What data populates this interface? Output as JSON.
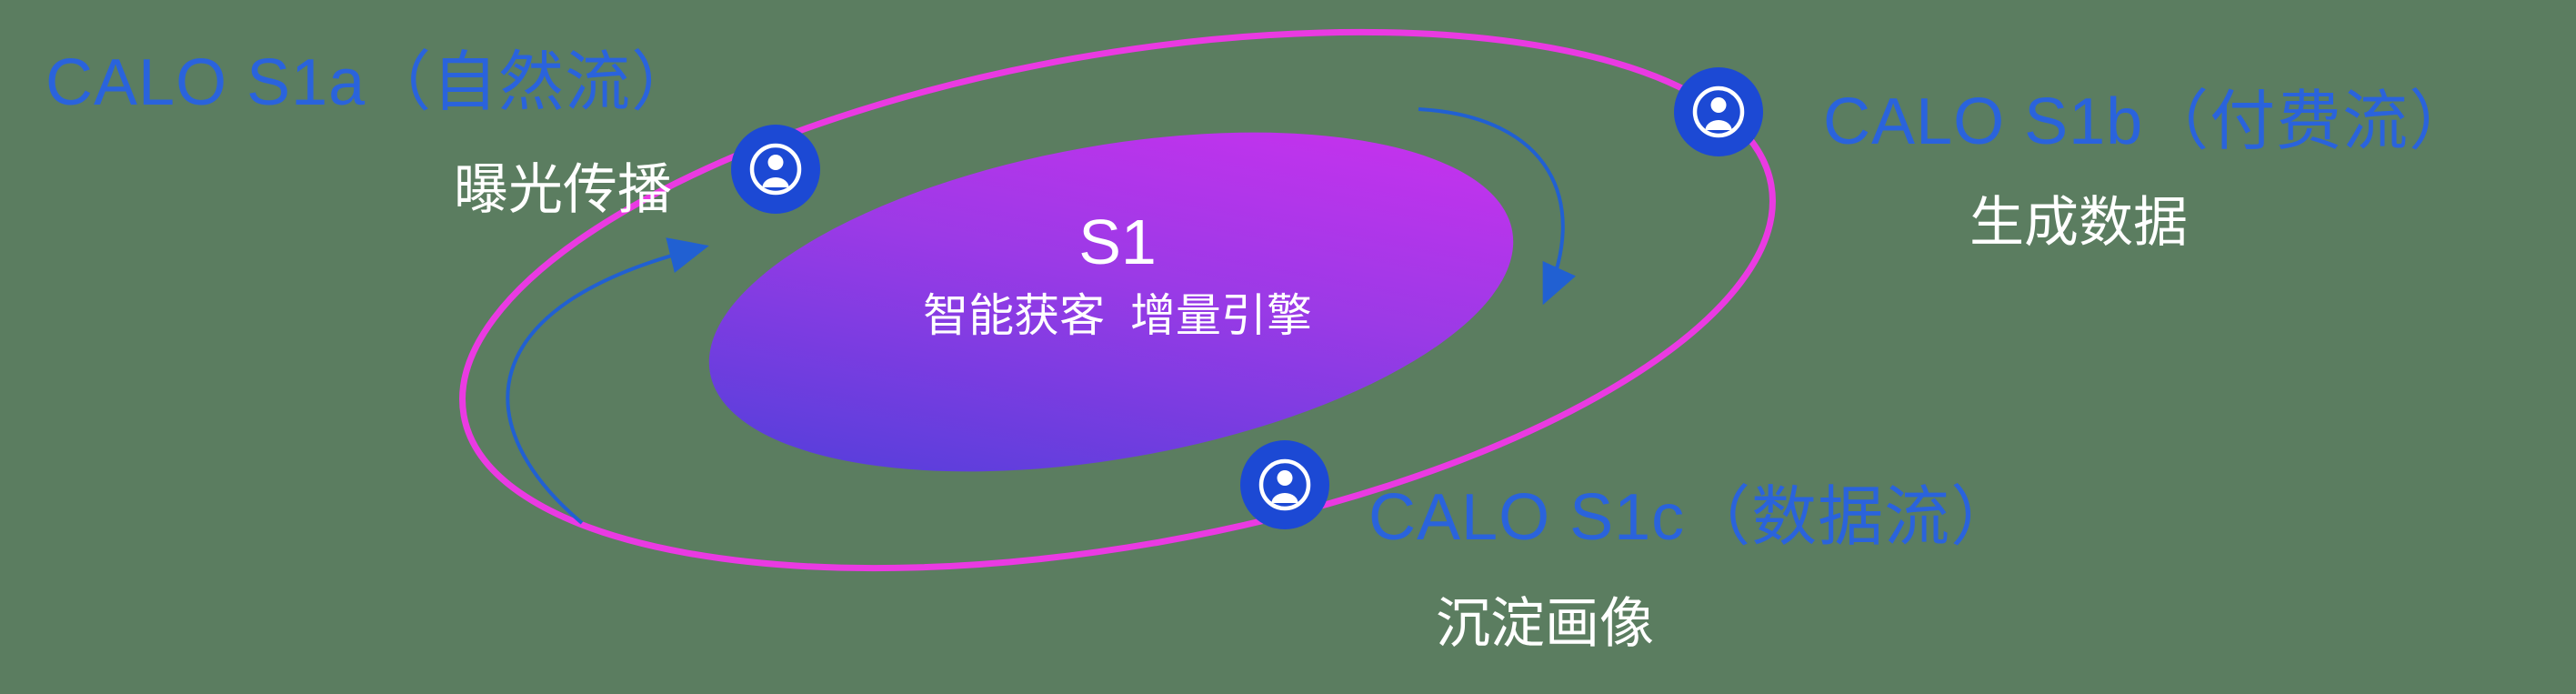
{
  "background": "#5b7d60",
  "colors": {
    "label_blue": "#2a63dc",
    "orbit_pink": "#ea3ae2",
    "icon_blue": "#1c49d4",
    "arrow_blue": "#2160d2",
    "core_gradient_start": "#4540d8",
    "core_gradient_mid": "#9b3ae6",
    "core_gradient_end": "#d42ff0",
    "text_white": "#ffffff"
  },
  "center": {
    "title": "S1",
    "subtitle": "智能获客  增量引擎"
  },
  "nodes": [
    {
      "id": "s1a",
      "label": "CALO S1a（自然流）",
      "sublabel": "曝光传播",
      "icon": "user-circle-icon"
    },
    {
      "id": "s1b",
      "label": "CALO S1b（付费流）",
      "sublabel": "生成数据",
      "icon": "user-circle-icon"
    },
    {
      "id": "s1c",
      "label": "CALO S1c（数据流）",
      "sublabel": "沉淀画像",
      "icon": "user-circle-icon"
    }
  ]
}
